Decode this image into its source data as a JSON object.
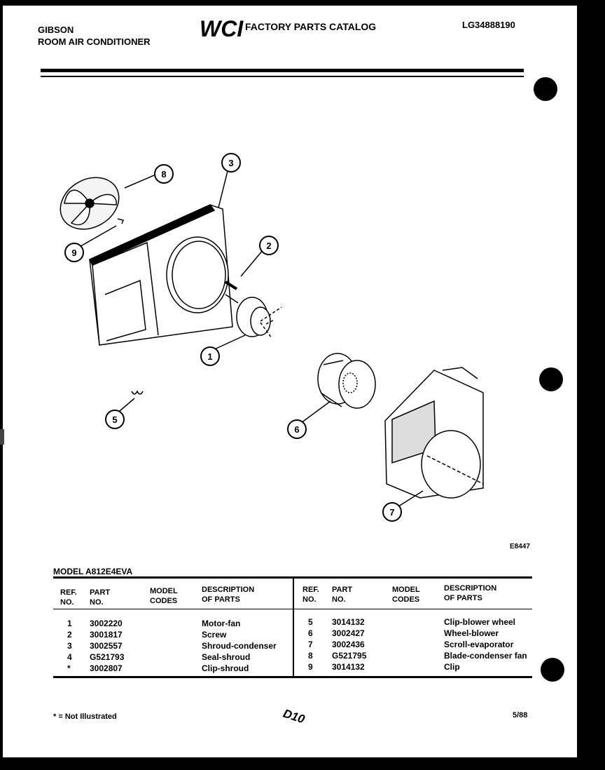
{
  "header": {
    "brand_line1": "GIBSON",
    "brand_line2": "ROOM AIR CONDITIONER",
    "logo_text": "WCI",
    "catalog_title": "FACTORY PARTS CATALOG",
    "document_number": "LG34888190"
  },
  "diagram": {
    "part_ref": "E8447",
    "callouts": [
      "1",
      "2",
      "3",
      "5",
      "6",
      "7",
      "8",
      "9"
    ]
  },
  "table": {
    "model_label": "MODEL A812E4EVA",
    "headers": {
      "ref_no": "REF. NO.",
      "part_no": "PART NO.",
      "model_codes": "MODEL CODES",
      "description": "DESCRIPTION OF PARTS"
    },
    "left_rows": [
      {
        "ref": "1",
        "part": "3002220",
        "desc": "Motor-fan"
      },
      {
        "ref": "2",
        "part": "3001817",
        "desc": "Screw"
      },
      {
        "ref": "3",
        "part": "3002557",
        "desc": "Shroud-condenser"
      },
      {
        "ref": "4",
        "part": "G521793",
        "desc": "Seal-shroud"
      },
      {
        "ref": "*",
        "part": "3002807",
        "desc": "Clip-shroud"
      }
    ],
    "right_rows": [
      {
        "ref": "5",
        "part": "3014132",
        "desc": "Clip-blower wheel"
      },
      {
        "ref": "6",
        "part": "3002427",
        "desc": "Wheel-blower"
      },
      {
        "ref": "7",
        "part": "3002436",
        "desc": "Scroll-evaporator"
      },
      {
        "ref": "8",
        "part": "G521795",
        "desc": "Blade-condenser fan"
      },
      {
        "ref": "9",
        "part": "3014132",
        "desc": "Clip"
      }
    ]
  },
  "footer": {
    "footnote": "* = Not Illustrated",
    "page_code": "D10",
    "date": "5/88"
  }
}
